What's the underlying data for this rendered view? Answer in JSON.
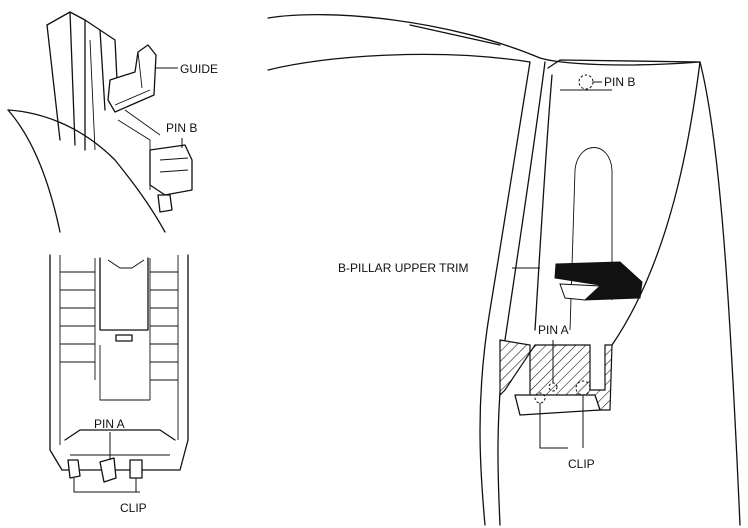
{
  "labels": {
    "guide": "GUIDE",
    "pin_b_top_left": "PIN B",
    "pin_a_bottom_left": "PIN A",
    "clip_bottom_left": "CLIP",
    "pin_b_right": "PIN B",
    "b_pillar_upper_trim": "B-PILLAR UPPER TRIM",
    "pin_a_right": "PIN A",
    "clip_right": "CLIP"
  },
  "colors": {
    "line": "#111111",
    "background": "#ffffff",
    "arrow": "#111111"
  }
}
